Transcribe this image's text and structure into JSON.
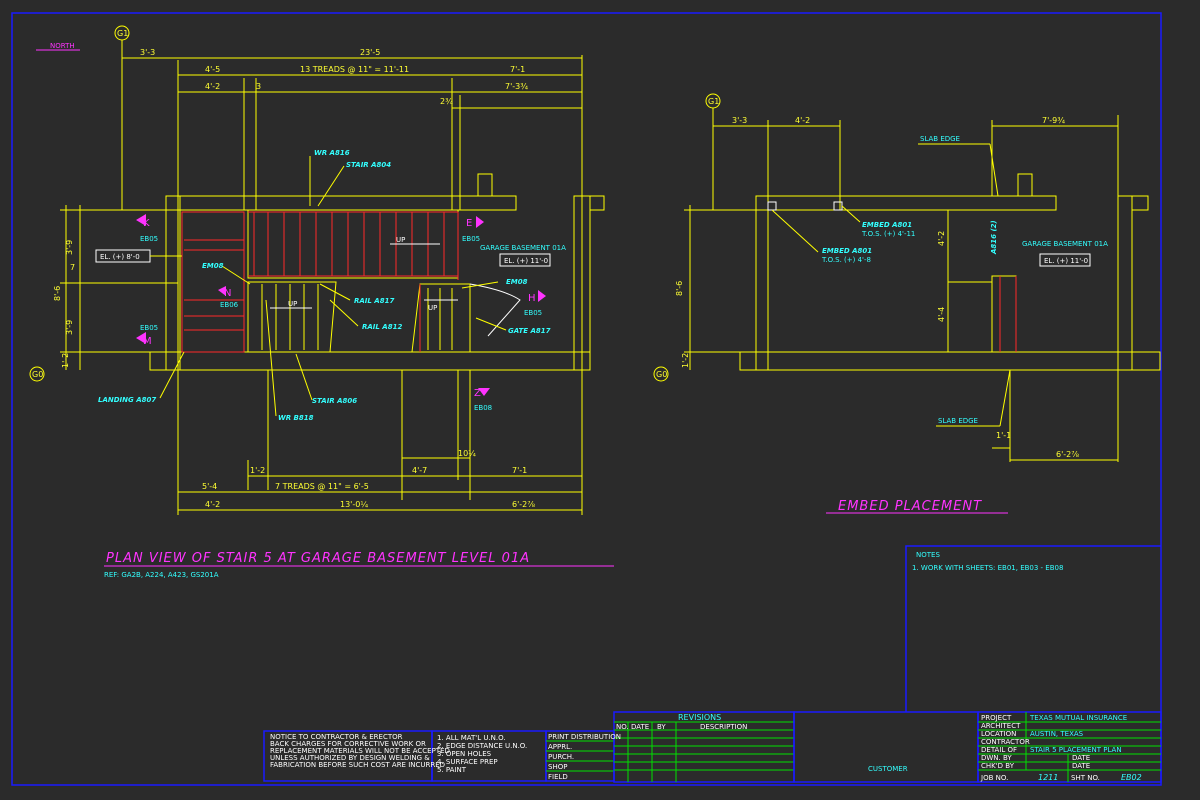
{
  "north": "NORTH",
  "grid": {
    "g1": "G1",
    "g0": "G0"
  },
  "plan": {
    "top_dims": {
      "d1": "3'-3",
      "d2": "23'-5",
      "d3": "4'-5",
      "d4": "13 TREADS @ 11\" = 11'-11",
      "d5": "7'-1",
      "d6": "4'-2",
      "d7": "3",
      "d8": "7'-3¾",
      "d9": "2¾"
    },
    "left_dims": {
      "d1": "3'-9",
      "d2": "8'-6",
      "d3": "7",
      "d4": "3'-9",
      "d5": "1'-2"
    },
    "bottom_dims": {
      "d1": "1'-2",
      "d2": "5'-4",
      "d3": "7 TREADS @ 11\" = 6'-5",
      "d4": "4'-7",
      "d5": "10¼",
      "d6": "7'-1",
      "d7": "4'-2",
      "d8": "13'-0¼",
      "d9": "6'-2⅞"
    },
    "callouts": {
      "wr1": "WR A816",
      "stair1": "STAIR A804",
      "em1": "EM08",
      "rail1": "RAIL A817",
      "rail2": "RAIL A812",
      "em2": "EM08",
      "gate": "GATE A817",
      "landing": "LANDING A807",
      "stair2": "STAIR A806",
      "wr2": "WR B818"
    },
    "sections": {
      "k": "K",
      "k_ref": "EB05",
      "e": "E",
      "e_ref": "EB05",
      "n": "N",
      "n_ref": "EB06",
      "h": "H",
      "h_ref": "EB05",
      "m": "M",
      "m_ref": "EB05",
      "z": "Z",
      "z_ref": "EB08"
    },
    "up1": "UP",
    "up2": "UP",
    "up3": "UP",
    "el_left": "EL. (+) 8'-0",
    "el_right": "EL. (+) 11'-0",
    "basement_label": "GARAGE BASEMENT 01A",
    "title": "PLAN VIEW OF STAIR 5 AT GARAGE BASEMENT LEVEL 01A",
    "ref": "REF: GA2B, A224, A423, GS201A"
  },
  "embed": {
    "top_dims": {
      "d1": "3'-3",
      "d2": "4'-2",
      "d3": "7'-9¾"
    },
    "slab_edge_top": "SLAB EDGE",
    "slab_edge_bottom": "SLAB EDGE",
    "embed1_name": "EMBED A801",
    "embed1_tos": "T.O.S. (+) 4'-11",
    "embed2_name": "EMBED A801",
    "embed2_tos": "T.O.S. (+) 4'-8",
    "embed3": "A816 (2)",
    "left_dims": {
      "d1": "8'-6",
      "d2": "1'-2"
    },
    "mid_dims": {
      "d1": "4'-2",
      "d2": "4'-4"
    },
    "bottom_dims": {
      "d1": "1'-1",
      "d2": "6'-2⅞"
    },
    "basement_label": "GARAGE BASEMENT 01A",
    "el": "EL. (+) 11'-0",
    "title": "EMBED PLACEMENT"
  },
  "notes": {
    "heading": "NOTES",
    "line1": "1. WORK WITH SHEETS: EB01, EB03 - EB08"
  },
  "title_block": {
    "notice": [
      "NOTICE TO CONTRACTOR & ERECTOR",
      "BACK CHARGES FOR CORRECTIVE WORK OR",
      "REPLACEMENT MATERIALS WILL NOT BE ACCEPTED",
      "UNLESS AUTHORIZED BY DESIGN WELDING &",
      "FABRICATION BEFORE SUCH COST ARE INCURRED"
    ],
    "specs": [
      "1. ALL MAT'L U.N.O.",
      "2. EDGE DISTANCE U.N.O.",
      "3. OPEN HOLES",
      "4. SURFACE PREP",
      "5. PAINT"
    ],
    "print_dist": "PRINT DISTRIBUTION",
    "dist": [
      "APPRL.",
      "PURCH.",
      "SHOP",
      "FIELD"
    ],
    "revisions": "REVISIONS",
    "rev_cols": [
      "NO.",
      "DATE",
      "BY",
      "DESCRIPTION"
    ],
    "customer": "CUSTOMER",
    "project_label": "PROJECT",
    "project": "TEXAS MUTUAL INSURANCE",
    "architect_label": "ARCHITECT",
    "location_label": "LOCATION",
    "location": "AUSTIN, TEXAS",
    "contractor_label": "CONTRACTOR",
    "detail_label": "DETAIL OF",
    "detail": "STAIR 5 PLACEMENT PLAN",
    "dwn_label": "DWN. BY",
    "chkd_label": "CHK'D BY",
    "date_label": "DATE",
    "job_label": "JOB NO.",
    "job": "1211",
    "sht_label": "SHT NO.",
    "sht": "EB02"
  },
  "colors": {
    "background": "#2b2b2b",
    "object": "#ffff00",
    "text": "#33ffff",
    "title": "#ff33ff",
    "border": "#1a1aff"
  }
}
